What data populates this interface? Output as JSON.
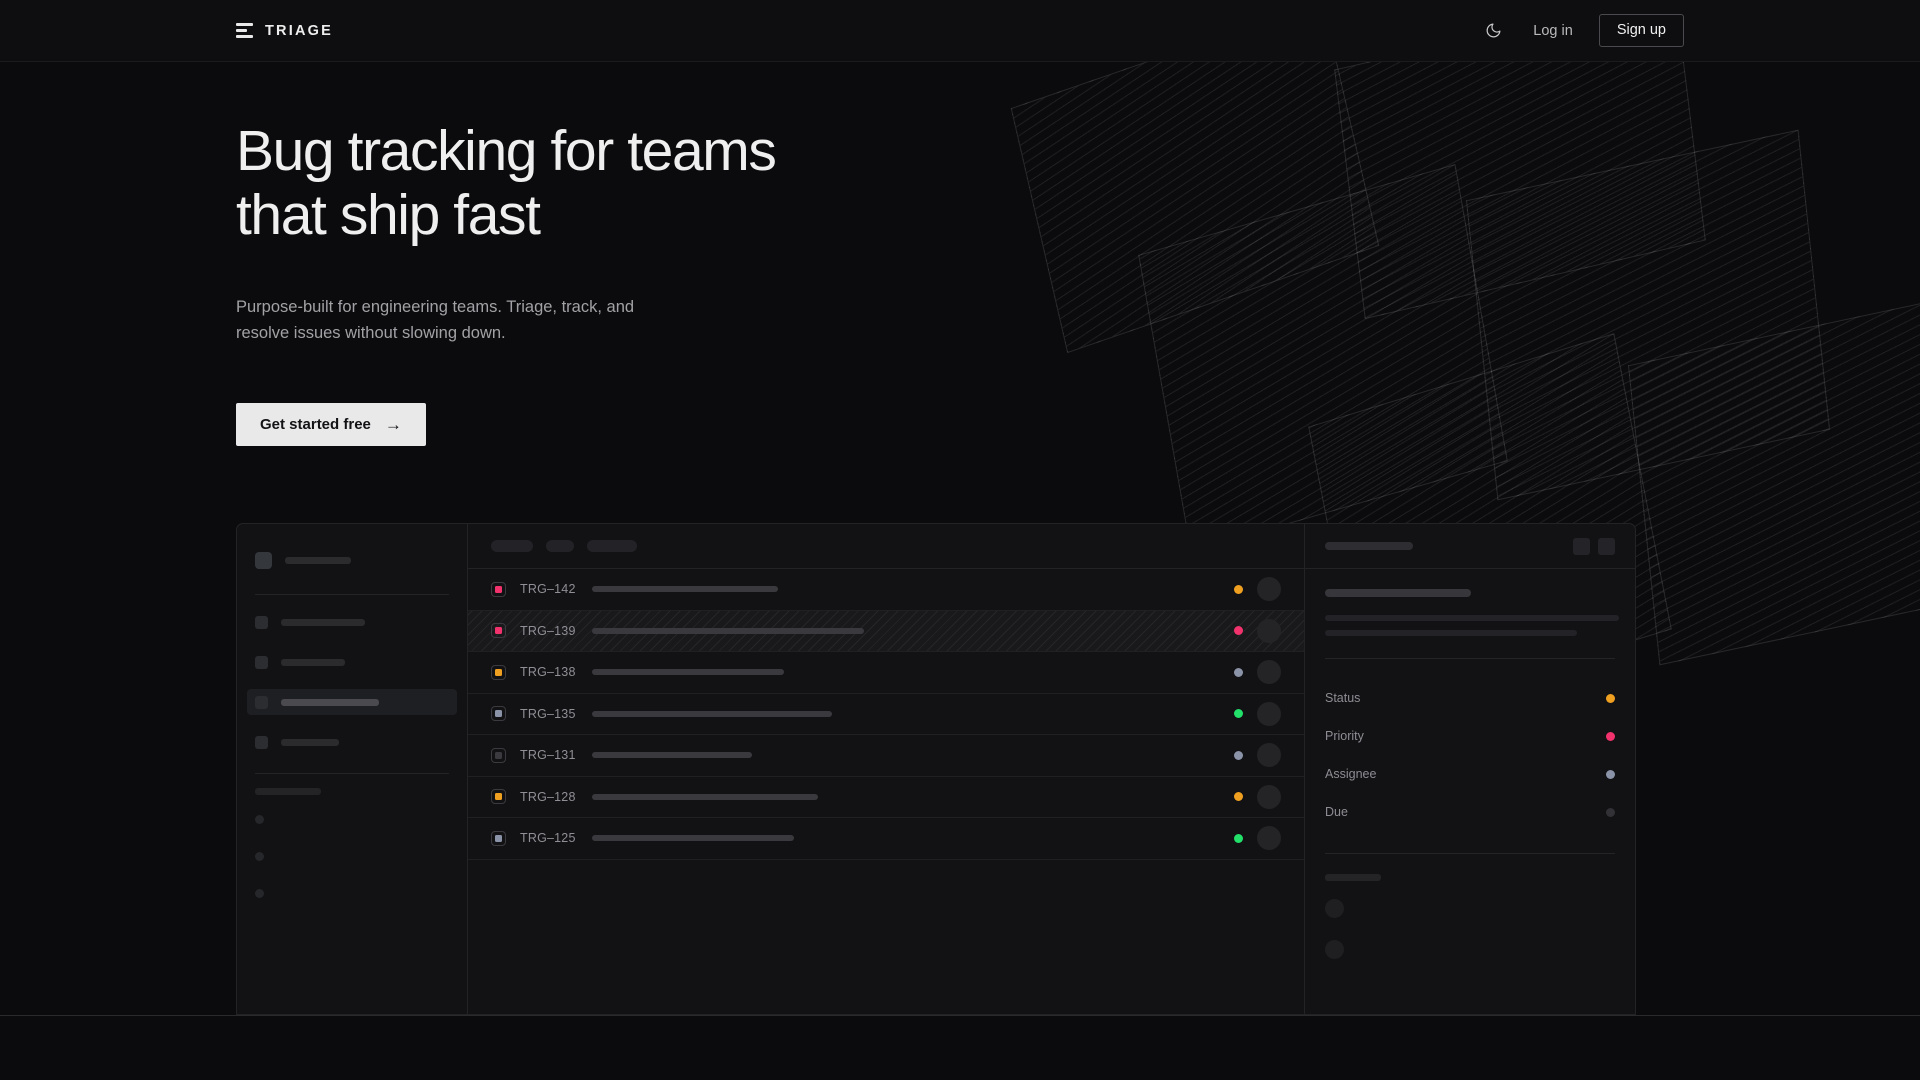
{
  "header": {
    "logo_icon": "triage-bars-logo-icon",
    "brand": "TRIAGE",
    "theme_toggle_icon": "moon-icon",
    "login_label": "Log in",
    "signup_label": "Sign up"
  },
  "hero": {
    "headline": "Bug tracking for teams\nthat ship fast",
    "subtitle": "Purpose-built for engineering teams. Triage, track, and\nresolve issues without slowing down.",
    "cta_label": "Get started free",
    "cta_arrow": "→"
  },
  "colors": {
    "page_bg": "#0b0b0d",
    "header_bg": "#0e0e10",
    "panel_bg": "#121214",
    "border": "#232326",
    "text_primary": "#efefef",
    "text_muted": "#a2a2a6",
    "cta_bg": "#e9e9ea",
    "accent_amber": "#f0a020",
    "accent_pink": "#f2326c",
    "accent_green": "#22e06a",
    "accent_slate": "#8b93a8",
    "accent_muted": "#323236"
  },
  "mockup": {
    "sidebar": {
      "brand_label_width": 66,
      "nav_items": [
        {
          "name": "nav-item-1",
          "width": 84,
          "active": false
        },
        {
          "name": "nav-item-2",
          "width": 64,
          "active": false
        },
        {
          "name": "nav-item-3",
          "width": 98,
          "active": true
        },
        {
          "name": "nav-item-4",
          "width": 58,
          "active": false
        }
      ],
      "sub_items": 3
    },
    "toolbar": {
      "chips": [
        42,
        28,
        50
      ]
    },
    "list": {
      "rows": [
        {
          "id": "TRG–142",
          "badge_color": "#f2326c",
          "title_width": 186,
          "status_color": "#f0a020",
          "highlighted": false
        },
        {
          "id": "TRG–139",
          "badge_color": "#f2326c",
          "title_width": 272,
          "status_color": "#f2326c",
          "highlighted": true
        },
        {
          "id": "TRG–138",
          "badge_color": "#f0a020",
          "title_width": 192,
          "status_color": "#8b93a8",
          "highlighted": false
        },
        {
          "id": "TRG–135",
          "badge_color": "#8b93a8",
          "title_width": 240,
          "status_color": "#22e06a",
          "highlighted": false
        },
        {
          "id": "TRG–131",
          "badge_color": "#3a3a3f",
          "title_width": 160,
          "status_color": "#8b93a8",
          "highlighted": false
        },
        {
          "id": "TRG–128",
          "badge_color": "#f0a020",
          "title_width": 226,
          "status_color": "#f0a020",
          "highlighted": false
        },
        {
          "id": "TRG–125",
          "badge_color": "#8b93a8",
          "title_width": 202,
          "status_color": "#22e06a",
          "highlighted": false
        }
      ]
    },
    "detail": {
      "header_buttons": 2,
      "body_lines": [
        294,
        252
      ],
      "meta": [
        {
          "label": "Status",
          "dot_color": "#f0a020"
        },
        {
          "label": "Priority",
          "dot_color": "#f2326c"
        },
        {
          "label": "Assignee",
          "dot_color": "#8b93a8"
        },
        {
          "label": "Due",
          "dot_color": "#323236"
        }
      ],
      "activity_avatars": 2
    }
  }
}
